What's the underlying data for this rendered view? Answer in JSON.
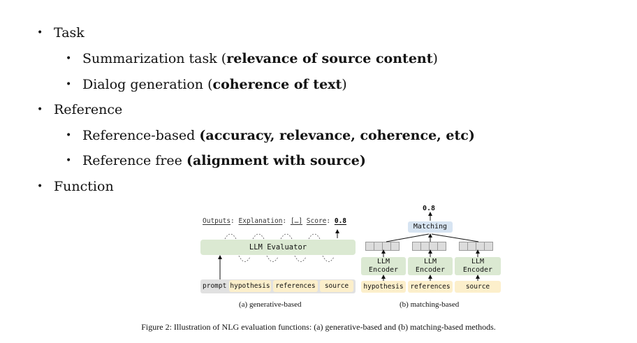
{
  "bullets": [
    {
      "label": "Task",
      "children": [
        {
          "text": "Summarization  task (",
          "bold": "relevance of source content",
          "end": ")"
        },
        {
          "text": "Dialog generation (",
          "bold": "coherence of text",
          "end": ")"
        }
      ]
    },
    {
      "label": "Reference",
      "children": [
        {
          "text": "Reference-based ",
          "bold": "(accuracy, relevance, coherence, etc)",
          "end": ""
        },
        {
          "text": "Reference free ",
          "bold": "(alignment with source)",
          "end": ""
        }
      ]
    },
    {
      "label": "Function",
      "children": []
    }
  ],
  "figure": {
    "generative": {
      "outputs_label": "Outputs",
      "explanation_label": "Explanation",
      "ellipsis": "[…]",
      "score_label": "Score",
      "score_value": "0.8",
      "evaluator_label": "LLM Evaluator",
      "inputs": [
        "prompt",
        "hypothesis",
        "references",
        "source"
      ],
      "subcaption": "(a) generative-based"
    },
    "matching": {
      "score_value": "0.8",
      "matching_label": "Matching",
      "encoder_line1": "LLM",
      "encoder_line2": "Encoder",
      "inputs": [
        "hypothesis",
        "references",
        "source"
      ],
      "subcaption": "(b) matching-based"
    },
    "caption": "Figure 2: Illustration of NLG evaluation functions: (a) generative-based and (b) matching-based methods."
  },
  "colors": {
    "evaluator_green": "#dbe9d2",
    "token_yellow": "#fcefcb",
    "matching_blue": "#d7e4f2",
    "prompt_gray": "#e1e1e1"
  }
}
